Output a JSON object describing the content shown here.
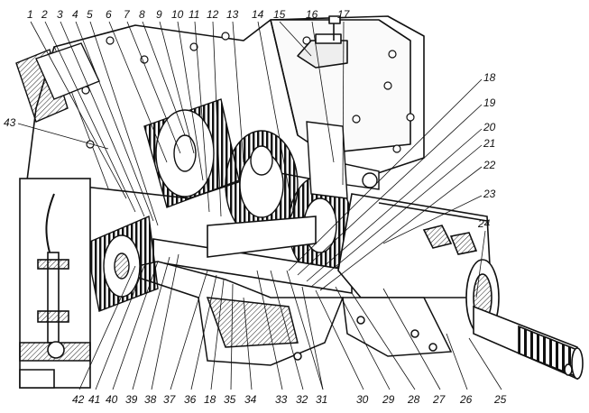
{
  "labels_top": [
    "1",
    "2",
    "3",
    "4",
    "5",
    "6",
    "7",
    "8",
    "9",
    "10",
    "11",
    "12",
    "13",
    "14",
    "15",
    "16",
    "17"
  ],
  "labels_right": [
    "18",
    "19",
    "20",
    "21",
    "22",
    "23",
    "24"
  ],
  "labels_bottom": [
    "42",
    "41",
    "40",
    "39",
    "38",
    "37",
    "36",
    "18",
    "35",
    "34",
    "33",
    "32",
    "31",
    "30",
    "29",
    "28",
    "27",
    "26",
    "25"
  ],
  "label_left": "43"
}
